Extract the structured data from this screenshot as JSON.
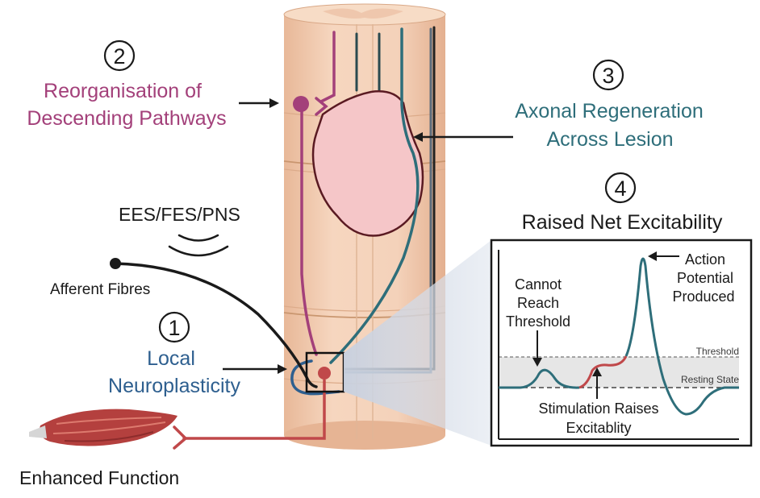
{
  "numbers": {
    "n1": "1",
    "n2": "2",
    "n3": "3",
    "n4": "4"
  },
  "labels": {
    "descending": [
      "Reorganisation of",
      "Descending Pathways"
    ],
    "axonal": [
      "Axonal Regeneration",
      "Across Lesion"
    ],
    "excitability_title": "Raised Net Excitability",
    "stimulation": "EES/FES/PNS",
    "afferent": "Afferent Fibres",
    "local": [
      "Local",
      "Neuroplasticity"
    ],
    "enhanced": "Enhanced Function"
  },
  "graph": {
    "cannot": [
      "Cannot",
      "Reach",
      "Threshold"
    ],
    "action": [
      "Action",
      "Potential",
      "Produced"
    ],
    "stim": [
      "Stimulation Raises",
      "Excitablity"
    ],
    "threshold_label": "Threshold",
    "resting_label": "Resting State"
  },
  "colors": {
    "descending": "#a3407a",
    "axonal": "#2e6e7a",
    "local": "#2e5f8f",
    "sensory": "#c0484a",
    "cord": "#f2cdb4",
    "lesion": "#f5c6c8"
  }
}
